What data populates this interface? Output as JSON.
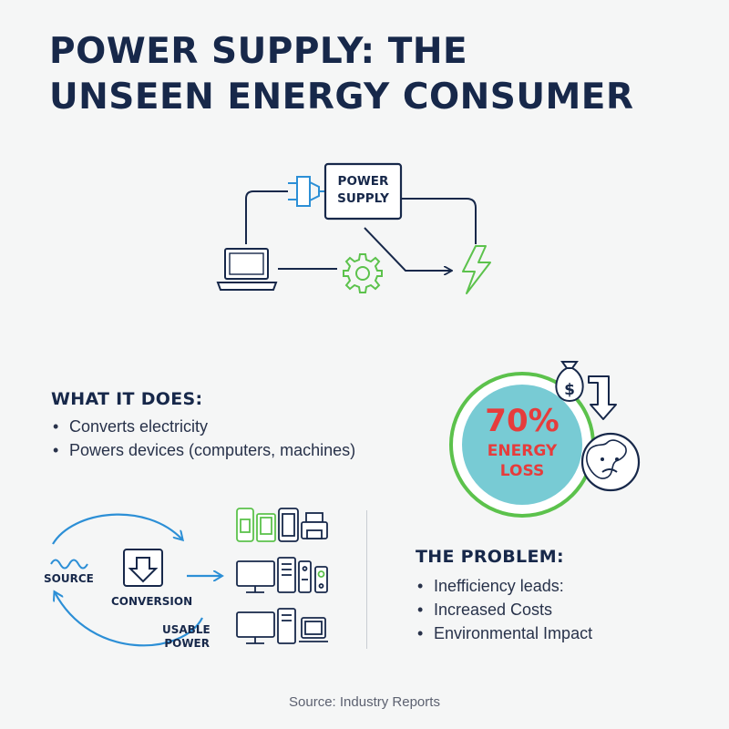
{
  "title": {
    "line1": "POWER SUPPLY: THE",
    "line2": "UNSEEN ENERGY CONSUMER"
  },
  "diagram": {
    "psu_line1": "POWER",
    "psu_line2": "SUPPLY"
  },
  "what_it_does": {
    "heading": "WHAT IT DOES:",
    "items": [
      "Converts electricity",
      "Powers devices (computers, machines)"
    ]
  },
  "stat": {
    "value": "70%",
    "line1": "ENERGY",
    "line2": "LOSS"
  },
  "cycle": {
    "source": "SOURCE",
    "conversion": "CONVERSION",
    "usable_line1": "USABLE",
    "usable_line2": "POWER"
  },
  "problem": {
    "heading": "THE PROBLEM:",
    "items": [
      "Inefficiency leads:",
      "Increased Costs",
      "Environmental Impact"
    ]
  },
  "footer": {
    "source": "Source: Industry Reports"
  },
  "colors": {
    "navy": "#17284a",
    "blue": "#2c8fd6",
    "green": "#5cc24c",
    "red": "#e63c3c",
    "teal": "#78cbd4"
  },
  "icons": [
    "plug-icon",
    "laptop-icon",
    "gear-icon",
    "lightning-icon",
    "money-bag-icon",
    "earth-icon",
    "download-icon",
    "wave-icon"
  ]
}
